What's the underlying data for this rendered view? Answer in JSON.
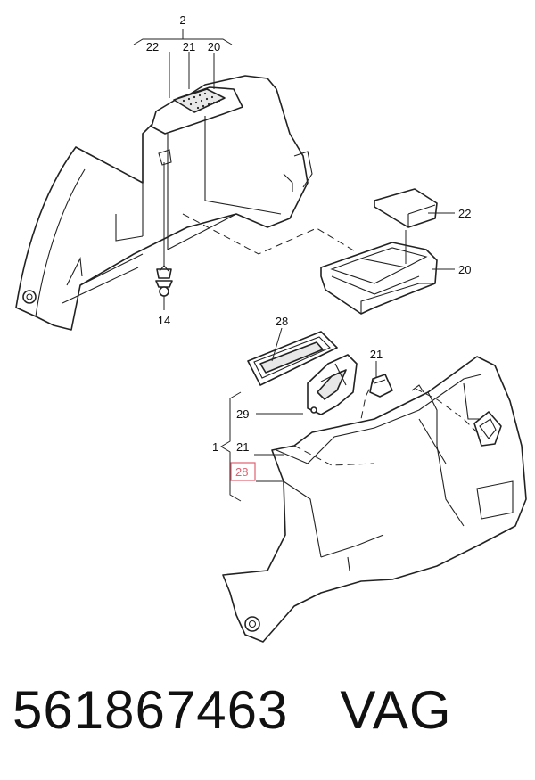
{
  "callouts": {
    "group_upper": "2",
    "upper_22": "22",
    "upper_21": "21",
    "upper_20": "20",
    "bolt_14": "14",
    "tray_22": "22",
    "tray_20": "20",
    "mat_28": "28",
    "cover_21": "21",
    "lead_29": "29",
    "group_lower": "1",
    "lower_21": "21",
    "lower_28": "28"
  },
  "highlight_color": "#e06070",
  "caption": {
    "part_number": "561867463",
    "brand": "VAG"
  }
}
